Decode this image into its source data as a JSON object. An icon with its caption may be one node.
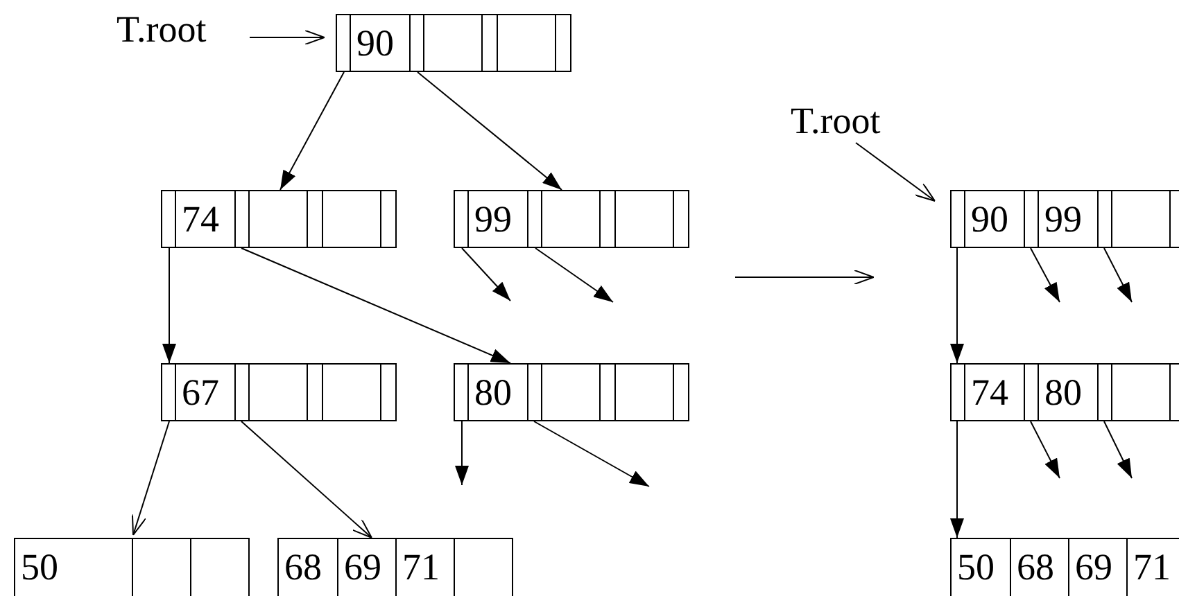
{
  "diagram": {
    "nodes": [
      {
        "text": [
          "T.root"
        ]
      },
      {
        "text": [
          "90"
        ]
      },
      {
        "text": [
          "74"
        ]
      },
      {
        "text": [
          "99"
        ]
      },
      {
        "text": [
          "67"
        ]
      },
      {
        "text": [
          "80"
        ]
      },
      {
        "text": [
          "50"
        ]
      },
      {
        "text": [
          "68",
          "69",
          "71"
        ]
      },
      {
        "text": [
          "T.root"
        ]
      },
      {
        "text": [
          "90",
          "99"
        ]
      },
      {
        "text": [
          "74",
          "80"
        ]
      },
      {
        "text": [
          "50",
          "68",
          "69",
          "71"
        ]
      }
    ],
    "edges": [
      {
        "from": 0,
        "to": 1,
        "arrow": "to"
      },
      {
        "from": 1,
        "to": 2,
        "arrow": "to"
      },
      {
        "from": 1,
        "to": 3,
        "arrow": "to"
      },
      {
        "from": 2,
        "to": 4,
        "arrow": "to"
      },
      {
        "from": 2,
        "to": 5,
        "arrow": "to"
      },
      {
        "from": 3,
        "to": null,
        "arrow": "to"
      },
      {
        "from": 3,
        "to": null,
        "arrow": "to"
      },
      {
        "from": 4,
        "to": 6,
        "arrow": "to"
      },
      {
        "from": 4,
        "to": 7,
        "arrow": "to"
      },
      {
        "from": 5,
        "to": null,
        "arrow": "to"
      },
      {
        "from": 5,
        "to": null,
        "arrow": "to"
      },
      {
        "from": 8,
        "to": 9,
        "arrow": "to"
      },
      {
        "from": 9,
        "to": 10,
        "arrow": "to"
      },
      {
        "from": 9,
        "to": null,
        "arrow": "to"
      },
      {
        "from": 9,
        "to": null,
        "arrow": "to"
      },
      {
        "from": 10,
        "to": 11,
        "arrow": "to"
      },
      {
        "from": 10,
        "to": null,
        "arrow": "to"
      },
      {
        "from": 10,
        "to": null,
        "arrow": "to"
      }
    ]
  }
}
